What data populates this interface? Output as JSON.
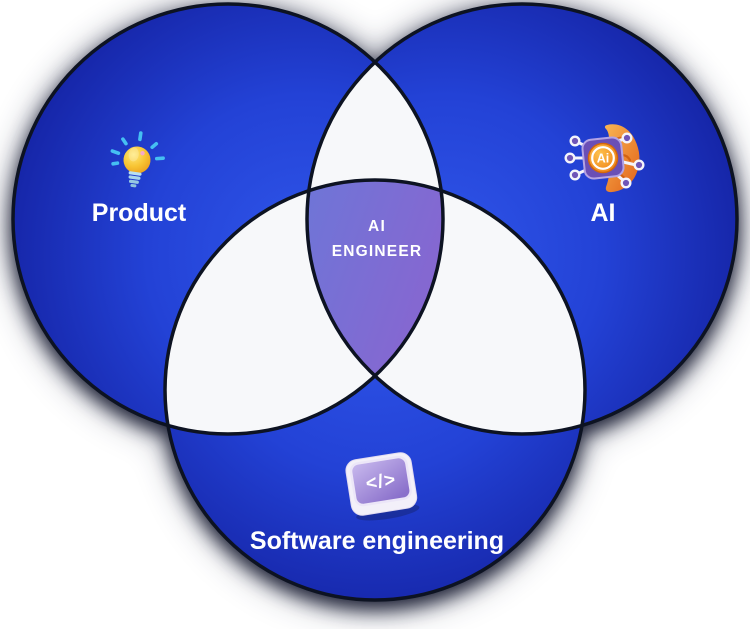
{
  "diagram": {
    "type": "venn-diagram",
    "center_label": {
      "line1": "AI",
      "line2": "ENGINEER"
    },
    "sets": [
      {
        "label": "Product",
        "icon": "lightbulb"
      },
      {
        "label": "AI",
        "icon": "ai-brain-chip"
      },
      {
        "label": "Software engineering",
        "icon": "code-editor"
      }
    ],
    "icons": {
      "ai_badge_text": "Ai",
      "code_glyph": "</>"
    },
    "colors": {
      "circle_blue_bright": "#2f55e9",
      "circle_blue_dark": "#111b97",
      "overlap_white": "#f7f8fa",
      "outline": "#0d1322",
      "center_gradient_start": "#5c80dc",
      "center_gradient_end": "#9e56c9",
      "background": "#ffffff"
    }
  }
}
